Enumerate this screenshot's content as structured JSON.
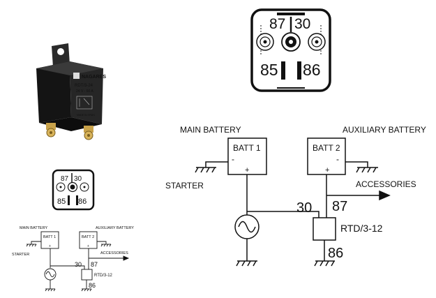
{
  "relay_photo": {
    "brand": "NAGARES",
    "model": "RDT/3-24",
    "rating": "24 V - 60 A",
    "origin": "MADE IN SPAIN"
  },
  "pin_layout": {
    "pin_87": "87",
    "pin_30": "30",
    "pin_85": "85",
    "pin_86": "86"
  },
  "wiring": {
    "main_battery": "MAIN BATTERY",
    "auxiliary_battery": "AUXILIARY BATTERY",
    "batt1": "BATT 1",
    "batt2": "BATT 2",
    "minus": "-",
    "plus": "+",
    "starter": "STARTER",
    "accessories": "ACCESSORIES",
    "pin_30": "30",
    "pin_87": "87",
    "relay_name": "RTD/3-12",
    "pin_86": "86"
  },
  "colors": {
    "relay_body": "#1c1c1c",
    "terminal_brass": "#c8a24a",
    "line": "#111111"
  }
}
